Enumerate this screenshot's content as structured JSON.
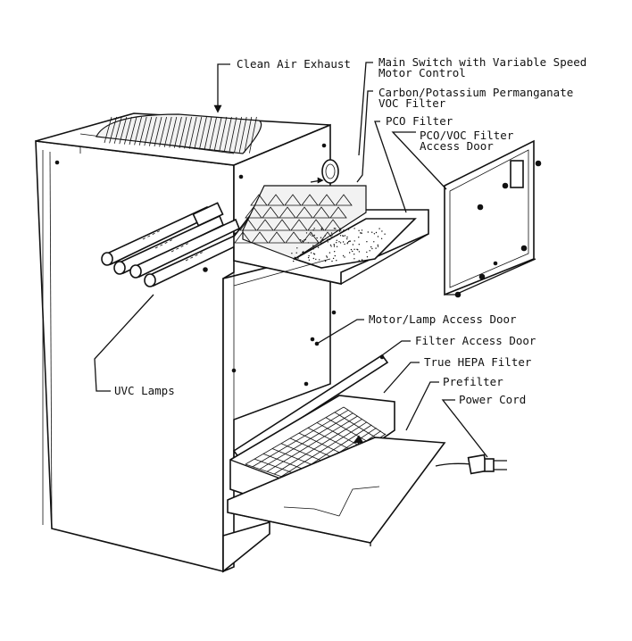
{
  "diagram": {
    "colors": {
      "line": "#111111",
      "background": "#ffffff",
      "panel_shade": "#f2f2f2"
    },
    "labels": {
      "clean_air_exhaust": "Clean Air Exhaust",
      "main_switch_line1": "Main Switch with Variable Speed",
      "main_switch_line2": "Motor Control",
      "carbon_filter_line1": "Carbon/Potassium Permanganate",
      "carbon_filter_line2": "VOC Filter",
      "pco_filter": "PCO Filter",
      "pco_voc_door_line1": "PCO/VOC Filter",
      "pco_voc_door_line2": "Access Door",
      "motor_lamp_door": "Motor/Lamp Access Door",
      "filter_access_door": "Filter Access Door",
      "true_hepa_filter": "True HEPA Filter",
      "prefilter": "Prefilter",
      "power_cord": "Power Cord",
      "uvc_lamps": "UVC Lamps"
    }
  }
}
